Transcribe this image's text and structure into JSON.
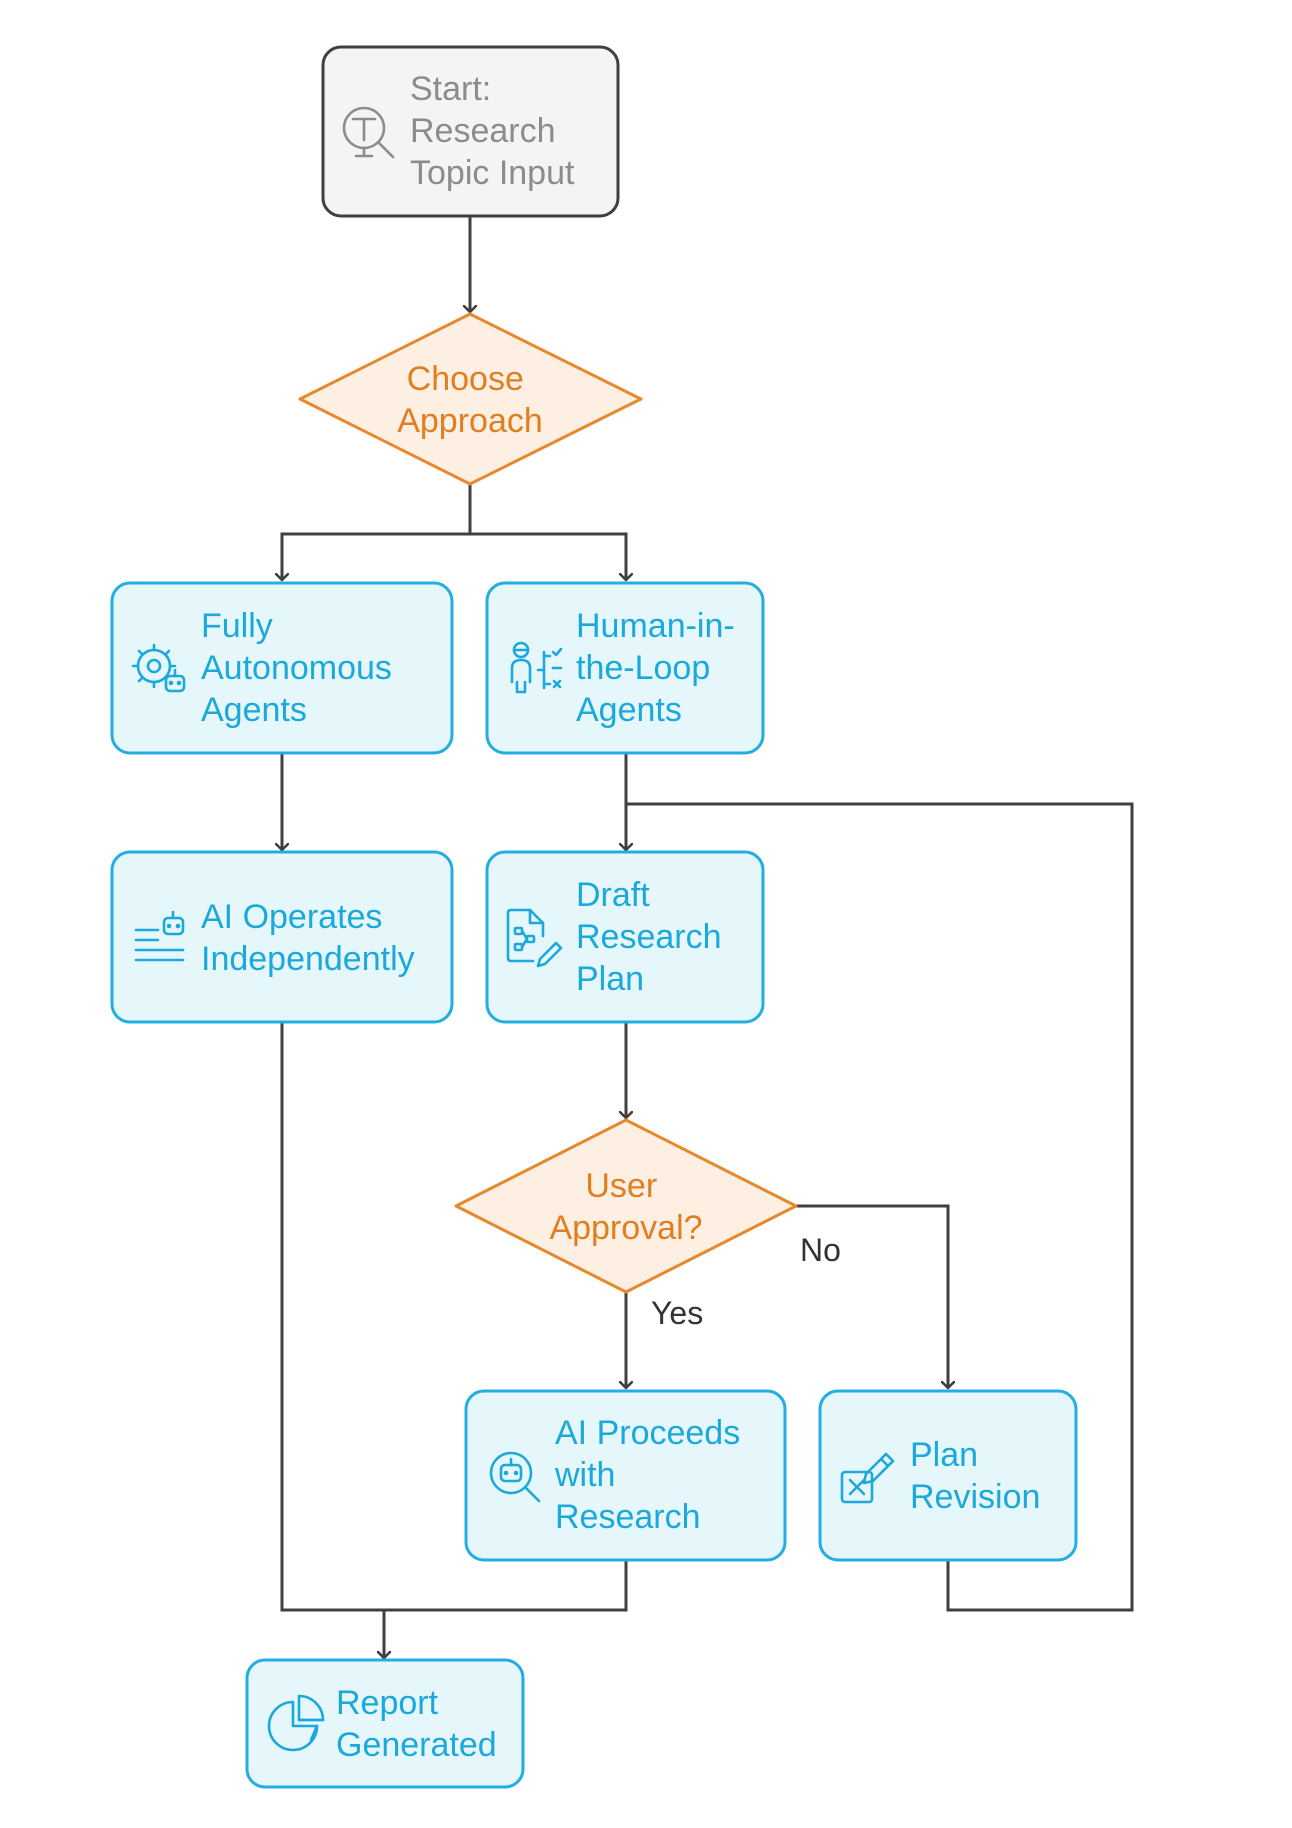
{
  "colors": {
    "start_fill": "#f4f4f4",
    "start_stroke": "#3f3f3f",
    "start_text": "#8c8c8c",
    "decision_fill": "#fdefe1",
    "decision_stroke": "#e5892c",
    "decision_text": "#e07f22",
    "process_fill": "#e6f7fc",
    "process_stroke": "#22aee0",
    "process_text": "#1ba8db",
    "edge": "#3f3f3f"
  },
  "nodes": {
    "start": {
      "line1": "Start:",
      "line2": "Research",
      "line3": "Topic Input",
      "icon": "research-topic-icon"
    },
    "choose": {
      "line1": "Choose",
      "line2": "Approach"
    },
    "autonomous": {
      "line1": "Fully",
      "line2": "Autonomous",
      "line3": "Agents",
      "icon": "gear-robot-icon"
    },
    "hitl": {
      "line1": "Human-in-",
      "line2": "the-Loop",
      "line3": "Agents",
      "icon": "human-checklist-icon"
    },
    "ai_operates": {
      "line1": "AI Operates",
      "line2": "Independently",
      "icon": "robot-lines-icon"
    },
    "draft": {
      "line1": "Draft",
      "line2": "Research",
      "line3": "Plan",
      "icon": "document-edit-icon"
    },
    "approval": {
      "line1": "User",
      "line2": "Approval?"
    },
    "proceeds": {
      "line1": "AI Proceeds",
      "line2": "with",
      "line3": "Research",
      "icon": "robot-search-icon"
    },
    "revision": {
      "line1": "Plan",
      "line2": "Revision",
      "icon": "pencil-cross-icon"
    },
    "report": {
      "line1": "Report",
      "line2": "Generated",
      "icon": "pie-chart-icon"
    }
  },
  "edges": {
    "yes_label": "Yes",
    "no_label": "No"
  }
}
